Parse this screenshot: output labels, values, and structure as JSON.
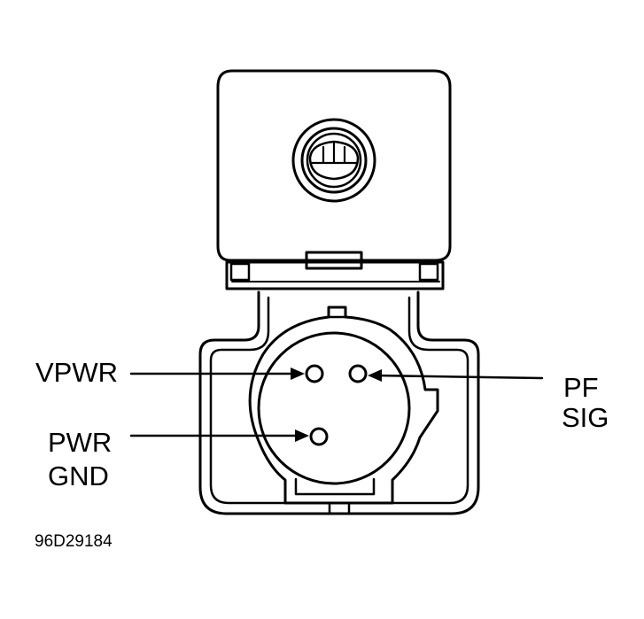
{
  "labels": {
    "vpwr": "VPWR",
    "pwr_gnd_line1": "PWR",
    "pwr_gnd_line2": "GND",
    "pf_sig_line1": "PF",
    "pf_sig_line2": "SIG",
    "figure_id": "96D29184"
  },
  "colors": {
    "ink": "#000000",
    "paper": "#ffffff"
  }
}
